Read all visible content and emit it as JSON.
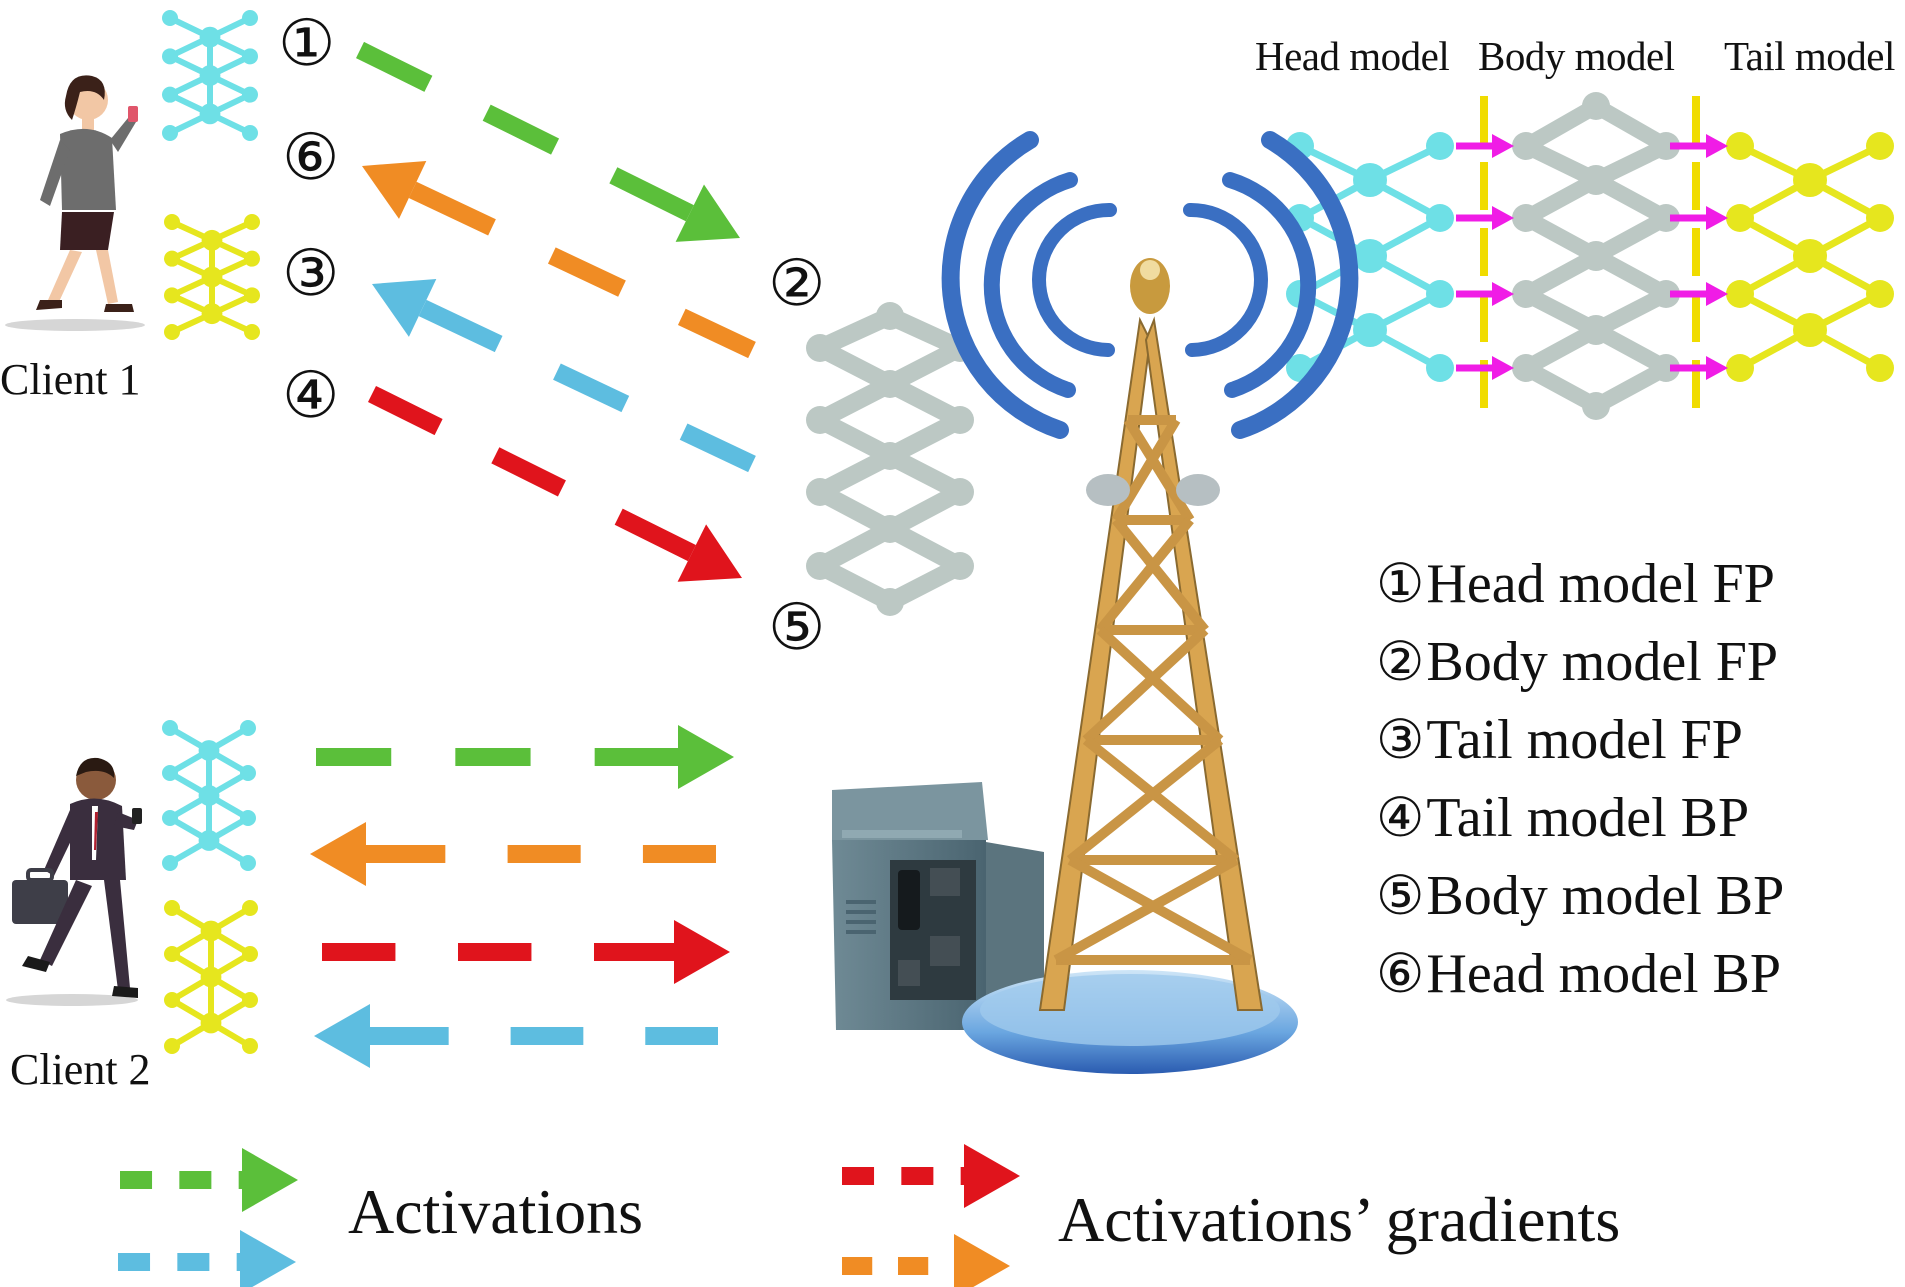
{
  "model_headers": {
    "head": "Head model",
    "body": "Body model",
    "tail": "Tail model"
  },
  "clients": [
    {
      "label": "Client 1"
    },
    {
      "label": "Client 2"
    }
  ],
  "step_markers": [
    "①",
    "⑥",
    "③",
    "④",
    "②",
    "⑤"
  ],
  "steps": [
    {
      "num": "①",
      "text": "Head model FP"
    },
    {
      "num": "②",
      "text": "Body model FP"
    },
    {
      "num": "③",
      "text": "Tail model FP"
    },
    {
      "num": "④",
      "text": "Tail model BP"
    },
    {
      "num": "⑤",
      "text": "Body model BP"
    },
    {
      "num": "⑥",
      "text": "Head model BP"
    }
  ],
  "legend": {
    "activations": "Activations",
    "gradients": "Activations’ gradients"
  },
  "colors": {
    "green": "#5bbf3a",
    "orange": "#f08c24",
    "blue": "#5dbde0",
    "red": "#e0141c",
    "cyan_net": "#6ee0e6",
    "yellow_net": "#e6e61e",
    "gray_net": "#bcc8c4",
    "magenta": "#f01ce6",
    "divider": "#f0dc00",
    "tower": "#d9a550",
    "signal": "#3a6fc2"
  }
}
